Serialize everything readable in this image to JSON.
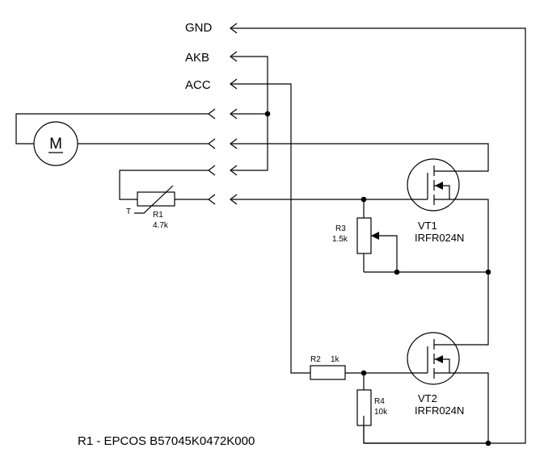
{
  "terminals": {
    "gnd": "GND",
    "akb": "AKB",
    "acc": "ACC"
  },
  "motor": {
    "letter": "M"
  },
  "thermistor": {
    "t_label": "T",
    "ref": "R1",
    "value": "4.7k"
  },
  "resistors": {
    "r2": {
      "ref": "R2",
      "value": "1k"
    },
    "r3": {
      "ref": "R3",
      "value": "1.5k"
    },
    "r4": {
      "ref": "R4",
      "value": "10k"
    }
  },
  "transistors": {
    "vt1": {
      "ref": "VT1",
      "part": "IRFR024N"
    },
    "vt2": {
      "ref": "VT2",
      "part": "IRFR024N"
    }
  },
  "note": "R1 - EPCOS B57045K0472K000"
}
